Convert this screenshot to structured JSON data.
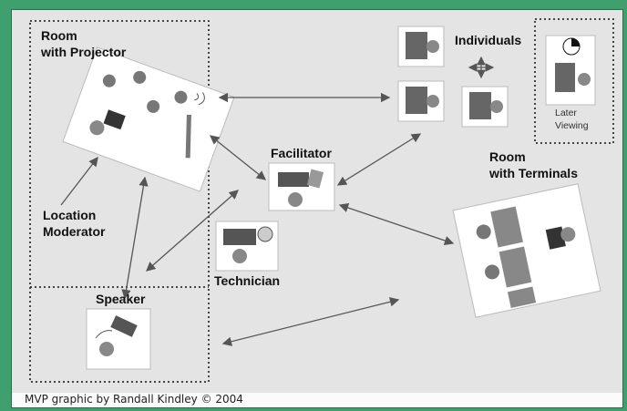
{
  "labels": {
    "room_projector_line1": "Room",
    "room_projector_line2": "with Projector",
    "location_moderator_line1": "Location",
    "location_moderator_line2": "Moderator",
    "speaker": "Speaker",
    "facilitator": "Facilitator",
    "technician": "Technician",
    "individuals": "Individuals",
    "room_terminals_line1": "Room",
    "room_terminals_line2": "with Terminals",
    "later_line1": "Later",
    "later_line2": "Viewing"
  },
  "credit": "MVP graphic by Randall Kindley © 2004",
  "colors": {
    "frame": "#3f9f6e",
    "canvas": "#e4e4e4",
    "ink": "#555555"
  }
}
